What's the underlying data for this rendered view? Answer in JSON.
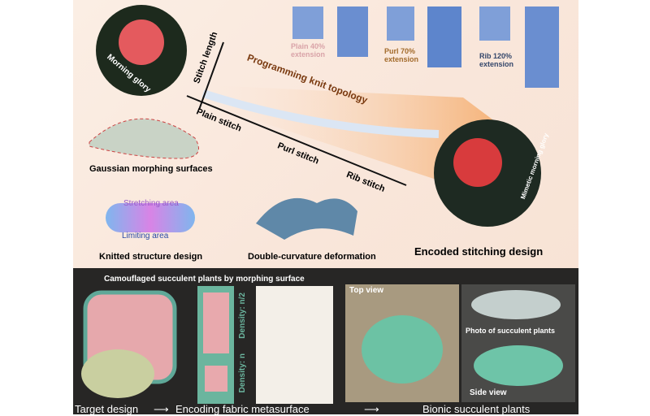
{
  "top_panel": {
    "flower_label": "Morning glory",
    "axis_y": "Stitch length",
    "band_title": "Programming knit topology",
    "stitches": [
      "Plain stitch",
      "Purl stitch",
      "Rib stitch"
    ],
    "extensions": [
      {
        "label": "Plain 40%",
        "sub": "extension",
        "color": "#d9a3a8"
      },
      {
        "label": "Purl 70%",
        "sub": "extension",
        "color": "#a26a2a"
      },
      {
        "label": "Rib 120%",
        "sub": "extension",
        "color": "#34476b"
      }
    ],
    "gaussian": "Gaussian morphing surfaces",
    "stretching": "Stretching area",
    "limiting": "Limiting area",
    "knitted": "Knitted structure design",
    "double": "Double-curvature deformation",
    "mimetic": "Mimetic morning glory",
    "encoded": "Encoded stitching design"
  },
  "bottom_panel": {
    "title": "Camouflaged succulent plants by morphing surface",
    "density_n2": "Density: n/2",
    "density_n": "Density: n",
    "top_view": "Top view",
    "photo": "Photo of succulent plants",
    "side_view": "Side view",
    "steps": [
      "Target design",
      "Encoding fabric metasurface",
      "Bionic succulent plants"
    ]
  }
}
